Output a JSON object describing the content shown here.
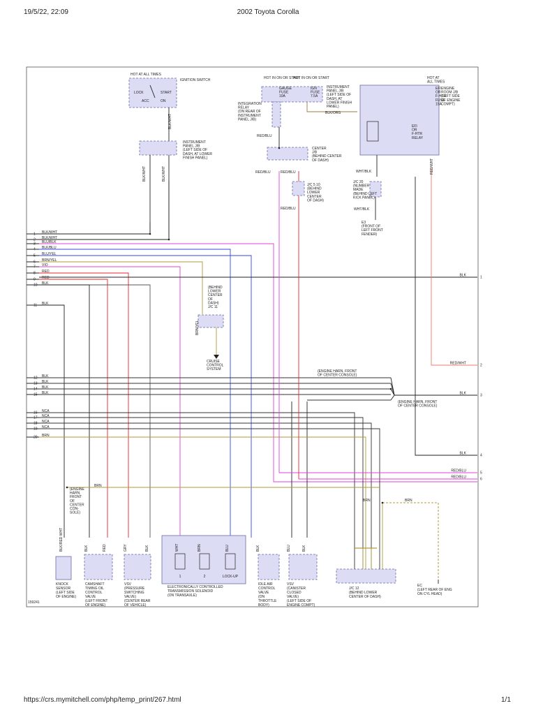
{
  "print_header": {
    "datetime": "19/5/22, 22:09",
    "title": "2002 Toyota Corolla"
  },
  "print_footer": {
    "url": "https://crs.mymitchell.com/php/temp_print/267.html",
    "page": "1/1"
  },
  "colors": {
    "red": "#e8232b",
    "magenta": "#e040d8",
    "blue": "#3547e0",
    "olive": "#b09a3a",
    "brown": "#a07840",
    "gray": "#9aa0a6",
    "black": "#222222",
    "box_fill": "#dcdcf4",
    "box_stroke": "#6a6aa8",
    "redwht": "#f07870"
  },
  "diagram": {
    "figure_id": "159241",
    "pins_left": [
      "1",
      "2",
      "3",
      "4",
      "5",
      "6",
      "7",
      "8",
      "9",
      "10",
      "11",
      "12",
      "13",
      "14",
      "15",
      "16",
      "17",
      "18",
      "19",
      "20"
    ],
    "pins_right": [
      "1",
      "2",
      "3",
      "4",
      "5",
      "6"
    ],
    "left_labels": [
      "BLK/WHT",
      "BLK/WHT",
      "BLU/BLK",
      "BLK/BLU",
      "BLU/YEL",
      "BRN/YEL",
      "VIO",
      "RED",
      "RED",
      "BLK",
      "BLK",
      "BLK",
      "BLK",
      "BLK",
      "BLK",
      "NCA",
      "NCA",
      "NCA",
      "NCA",
      "BRN"
    ],
    "right_labels": [
      "BLK",
      "RED/WHT",
      "BLK",
      "BLK",
      "RED/BLU",
      "RED/BLU"
    ],
    "wire_labels": {
      "blk_mid": "BLK",
      "brn": "BRN",
      "wht_blk": "WHT/BLK",
      "red_blu": "RED/BLU",
      "blk_wht": "BLK/WHT",
      "brn_yel": "BRN/YEL",
      "red_wht": "RED/WHT",
      "blu_yel": "BLU/YEL",
      "blu_blk": "BLU/BLK",
      "blk_blu": "BLK/BLU",
      "blk_red_wht": "BLK/RED WHT"
    },
    "hot_at_all_times": "HOT AT ALL TIMES",
    "hot_in_on_start": "HOT IN ON OR START",
    "ignition_switch": {
      "title": "IGNITION SWITCH",
      "lock": "LOCK",
      "acc": "ACC",
      "on": "ON",
      "start": "START"
    },
    "instrument_panel_jb_left": [
      "INSTRUMENT",
      "PANEL J/B",
      "(LEFT SIDE OF",
      "DASH, AT LOWER",
      "FINISH PANEL)"
    ],
    "gauge_fuse": [
      "GAUGE",
      "FUSE",
      "10A"
    ],
    "ign_fuse": [
      "IGN",
      "FUSE",
      "7.5A"
    ],
    "instrument_panel_jb_top": [
      "INSTRUMENT",
      "PANEL J/B",
      "(LEFT SIDE OF",
      "DASH, AT",
      "LOWER FINISH",
      "PANEL)"
    ],
    "integration_relay": [
      "INTEGRATION",
      "RELAY",
      "(ON REAR OF",
      "INSTRUMENT",
      "PANEL J/B)"
    ],
    "center_jb": [
      "CENTER",
      "J/B",
      "(BEHIND CENTER",
      "OF DASH)"
    ],
    "jc5": [
      "J/C 5 10",
      "(BEHIND",
      "LOWER",
      "CENTER",
      "OF DASH)"
    ],
    "jc20": [
      "J/C 20",
      "(NUMBER",
      "MADE",
      "(BEHIND LEFT",
      "KICK PANEL)"
    ],
    "e3_ground": [
      "E3",
      "(FRONT OF",
      "LEFT FRONT",
      "FENDER)"
    ],
    "engine_room_jb": [
      "ENGINE",
      "ROOM J/B",
      "(LEFT SIDE",
      "OF ENGINE",
      "COMPT)"
    ],
    "efi_fuse": [
      "EFI",
      "OR",
      "F-HTR",
      "FUSE",
      "15A"
    ],
    "efi_relay": [
      "EFI",
      "OR",
      "F-HTR",
      "RELAY"
    ],
    "jc11": [
      "(BEHIND",
      "LOWER",
      "CENTER",
      "OF",
      "DASH)",
      "J/C 11"
    ],
    "cruise": [
      "CRUISE",
      "CONTROL",
      "SYSTEM"
    ],
    "engine_harn_upper": [
      "(ENGINE HARN, FRONT",
      "OF CENTER CONSOLE)"
    ],
    "engine_harn_lower": [
      "(ENGINE HARN, FRONT",
      "OF CENTER CONSOLE)"
    ],
    "engine_harn_left": [
      "(ENGINE",
      "HARN,",
      "FRONT",
      "OF",
      "CENTER",
      "CON-",
      "SOLE)"
    ],
    "knock_sensor": [
      "KNOCK",
      "SENSOR",
      "(LEFT SIDE",
      "OF ENGINE)"
    ],
    "camshaft_valve": [
      "CAMSHAFT",
      "TIMING OIL",
      "CONTROL",
      "VALVE",
      "(LEFT FRONT",
      "OF ENGINE)"
    ],
    "vsv_pressure": [
      "VSV",
      "(PRESSURE",
      "SWITCHING",
      "VALVE)",
      "(CENTER REAR",
      "OF VEHICLE)"
    ],
    "ect_solenoid": [
      "ELECTRONICALLY CONTROLLED",
      "TRANSMISSION SOLENOID",
      "(ON TRANSAXLE)"
    ],
    "solenoid_pins": [
      "1",
      "2",
      "LOCK-UP"
    ],
    "idle_air": [
      "IDLE AIR",
      "CONTROL",
      "VALVE",
      "(ON",
      "THROTTLE",
      "BODY)"
    ],
    "vsv_canister": [
      "VSV",
      "(CANISTER",
      "CLOSED",
      "VALVE)",
      "(LEFT SIDE OF",
      "ENGINE COMPT)"
    ],
    "jc12": [
      "J/C 12",
      "(BEHIND LOWER",
      "CENTER OF DASH)"
    ],
    "ec_ground": [
      "EC",
      "(LEFT REAR OF ENG",
      "ON CYL HEAD)"
    ]
  }
}
